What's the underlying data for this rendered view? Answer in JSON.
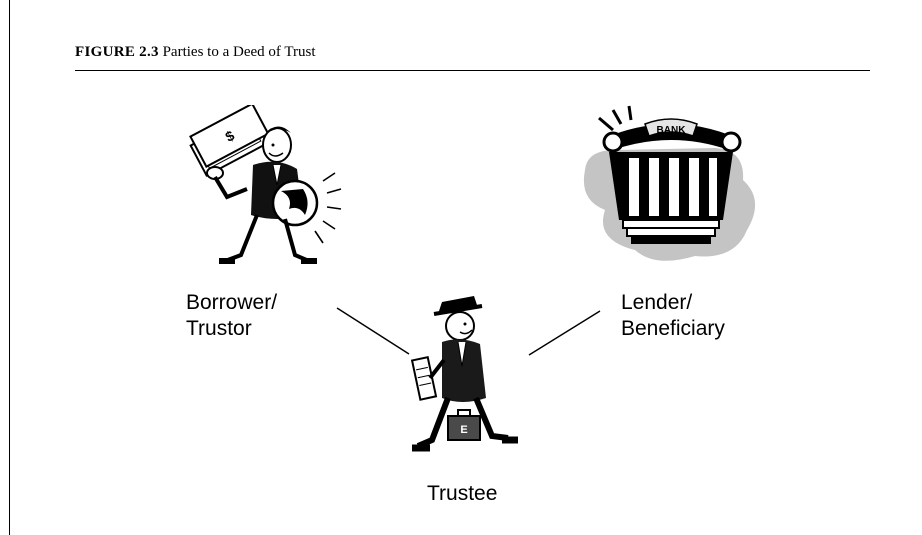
{
  "figure": {
    "number": "FIGURE 2.3",
    "title": "Parties to a Deed of Trust"
  },
  "parties": {
    "borrower": {
      "line1": "Borrower/",
      "line2": "Trustor",
      "icon": "borrower-with-money-and-globe"
    },
    "lender": {
      "line1": "Lender/",
      "line2": "Beneficiary",
      "icon": "bank-building",
      "sign": "BANK"
    },
    "trustee": {
      "label": "Trustee",
      "icon": "businessman-with-briefcase",
      "briefcase_mark": "E"
    }
  }
}
